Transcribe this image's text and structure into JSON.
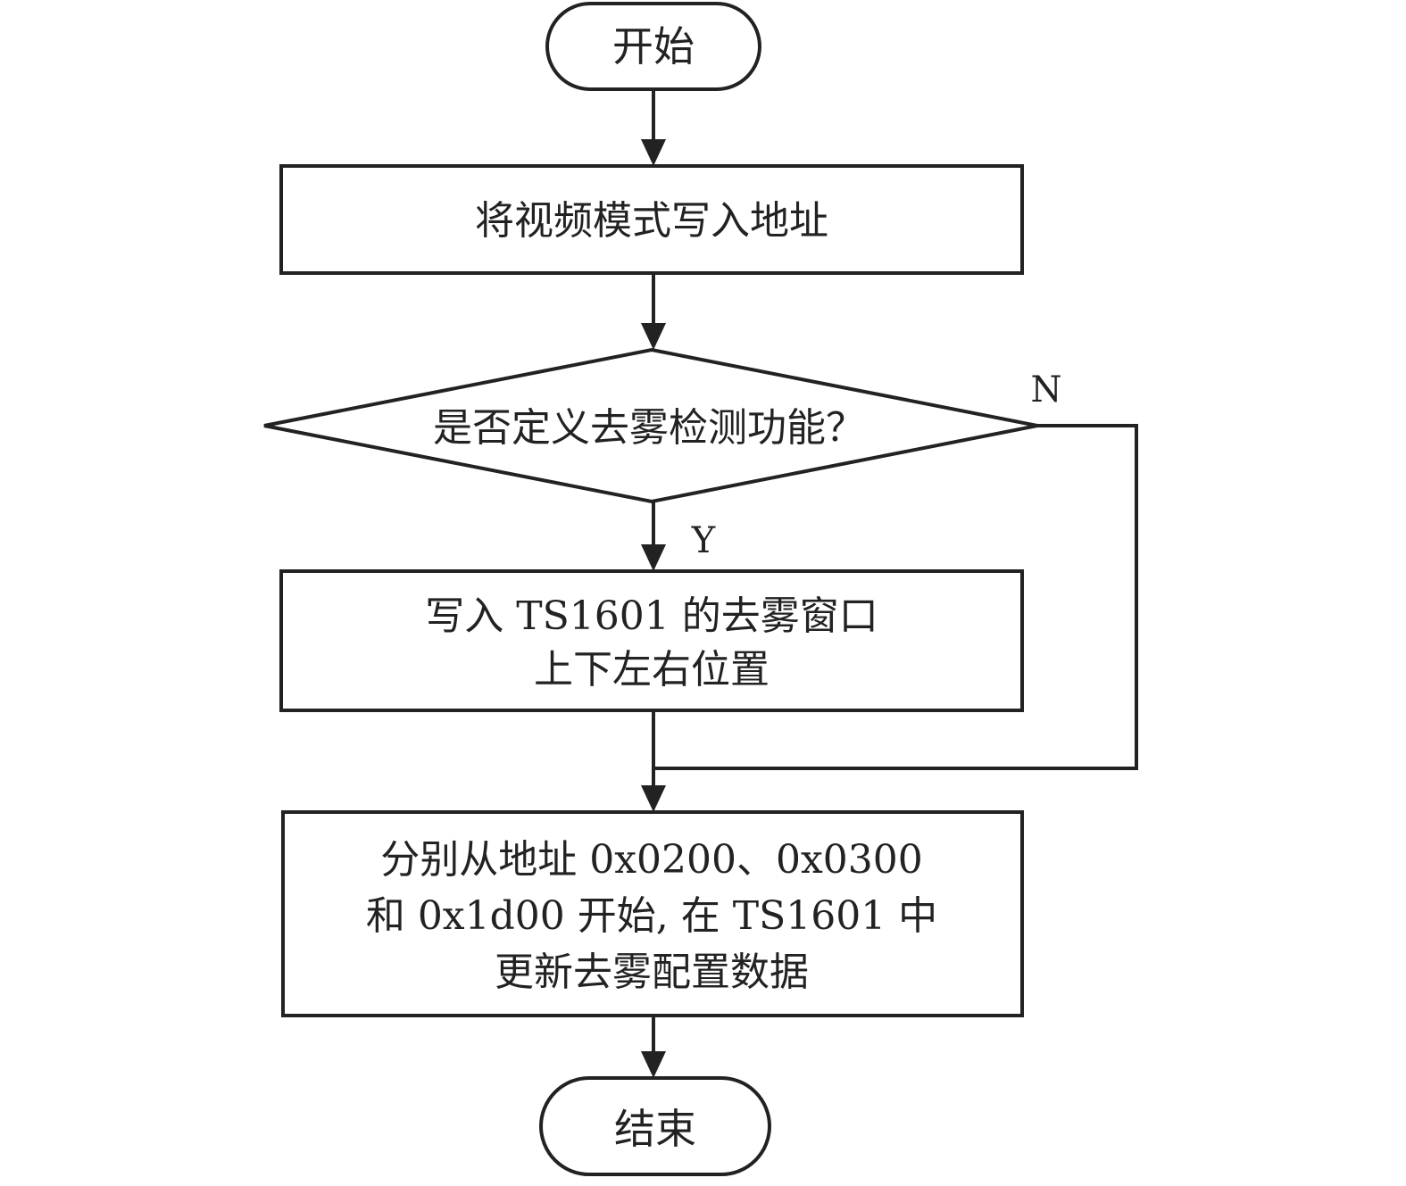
{
  "flowchart": {
    "start_label": "开始",
    "step1_label": "将视频模式写入地址",
    "decision_label": "是否定义去雾检测功能？",
    "yes_label": "Y",
    "no_label": "N",
    "step2_lines": [
      "写入 TS1601 的去雾窗口",
      "上下左右位置"
    ],
    "step3_lines": [
      "分别从地址 0x0200、0x0300",
      "和 0x1d00 开始, 在 TS1601 中",
      "更新去雾配置数据"
    ],
    "end_label": "结束"
  }
}
